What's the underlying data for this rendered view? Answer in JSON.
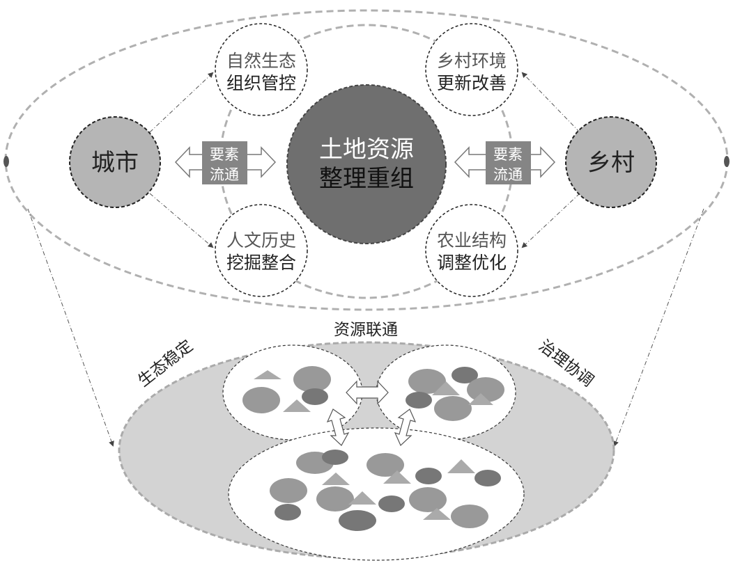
{
  "center": {
    "line1": "土地资源",
    "line2": "整理重组"
  },
  "city": "城市",
  "village": "乡村",
  "flow_left": {
    "line1": "要素",
    "line2": "流通"
  },
  "flow_right": {
    "line1": "要素",
    "line2": "流通"
  },
  "nodes": {
    "top_left": {
      "line1": "自然生态",
      "line2": "组织管控"
    },
    "top_right": {
      "line1": "乡村环境",
      "line2": "更新改善"
    },
    "bottom_left": {
      "line1": "人文历史",
      "line2": "挖掘整合"
    },
    "bottom_right": {
      "line1": "农业结构",
      "line2": "调整优化"
    }
  },
  "bottom_labels": {
    "top": "资源联通",
    "left": "生态稳定",
    "right": "治理协调"
  },
  "colors": {
    "center_fill": "#6f6f6f",
    "side_fill": "#b5b5b5",
    "base_fill": "#d3d3d3",
    "flow_box": "#858585"
  }
}
